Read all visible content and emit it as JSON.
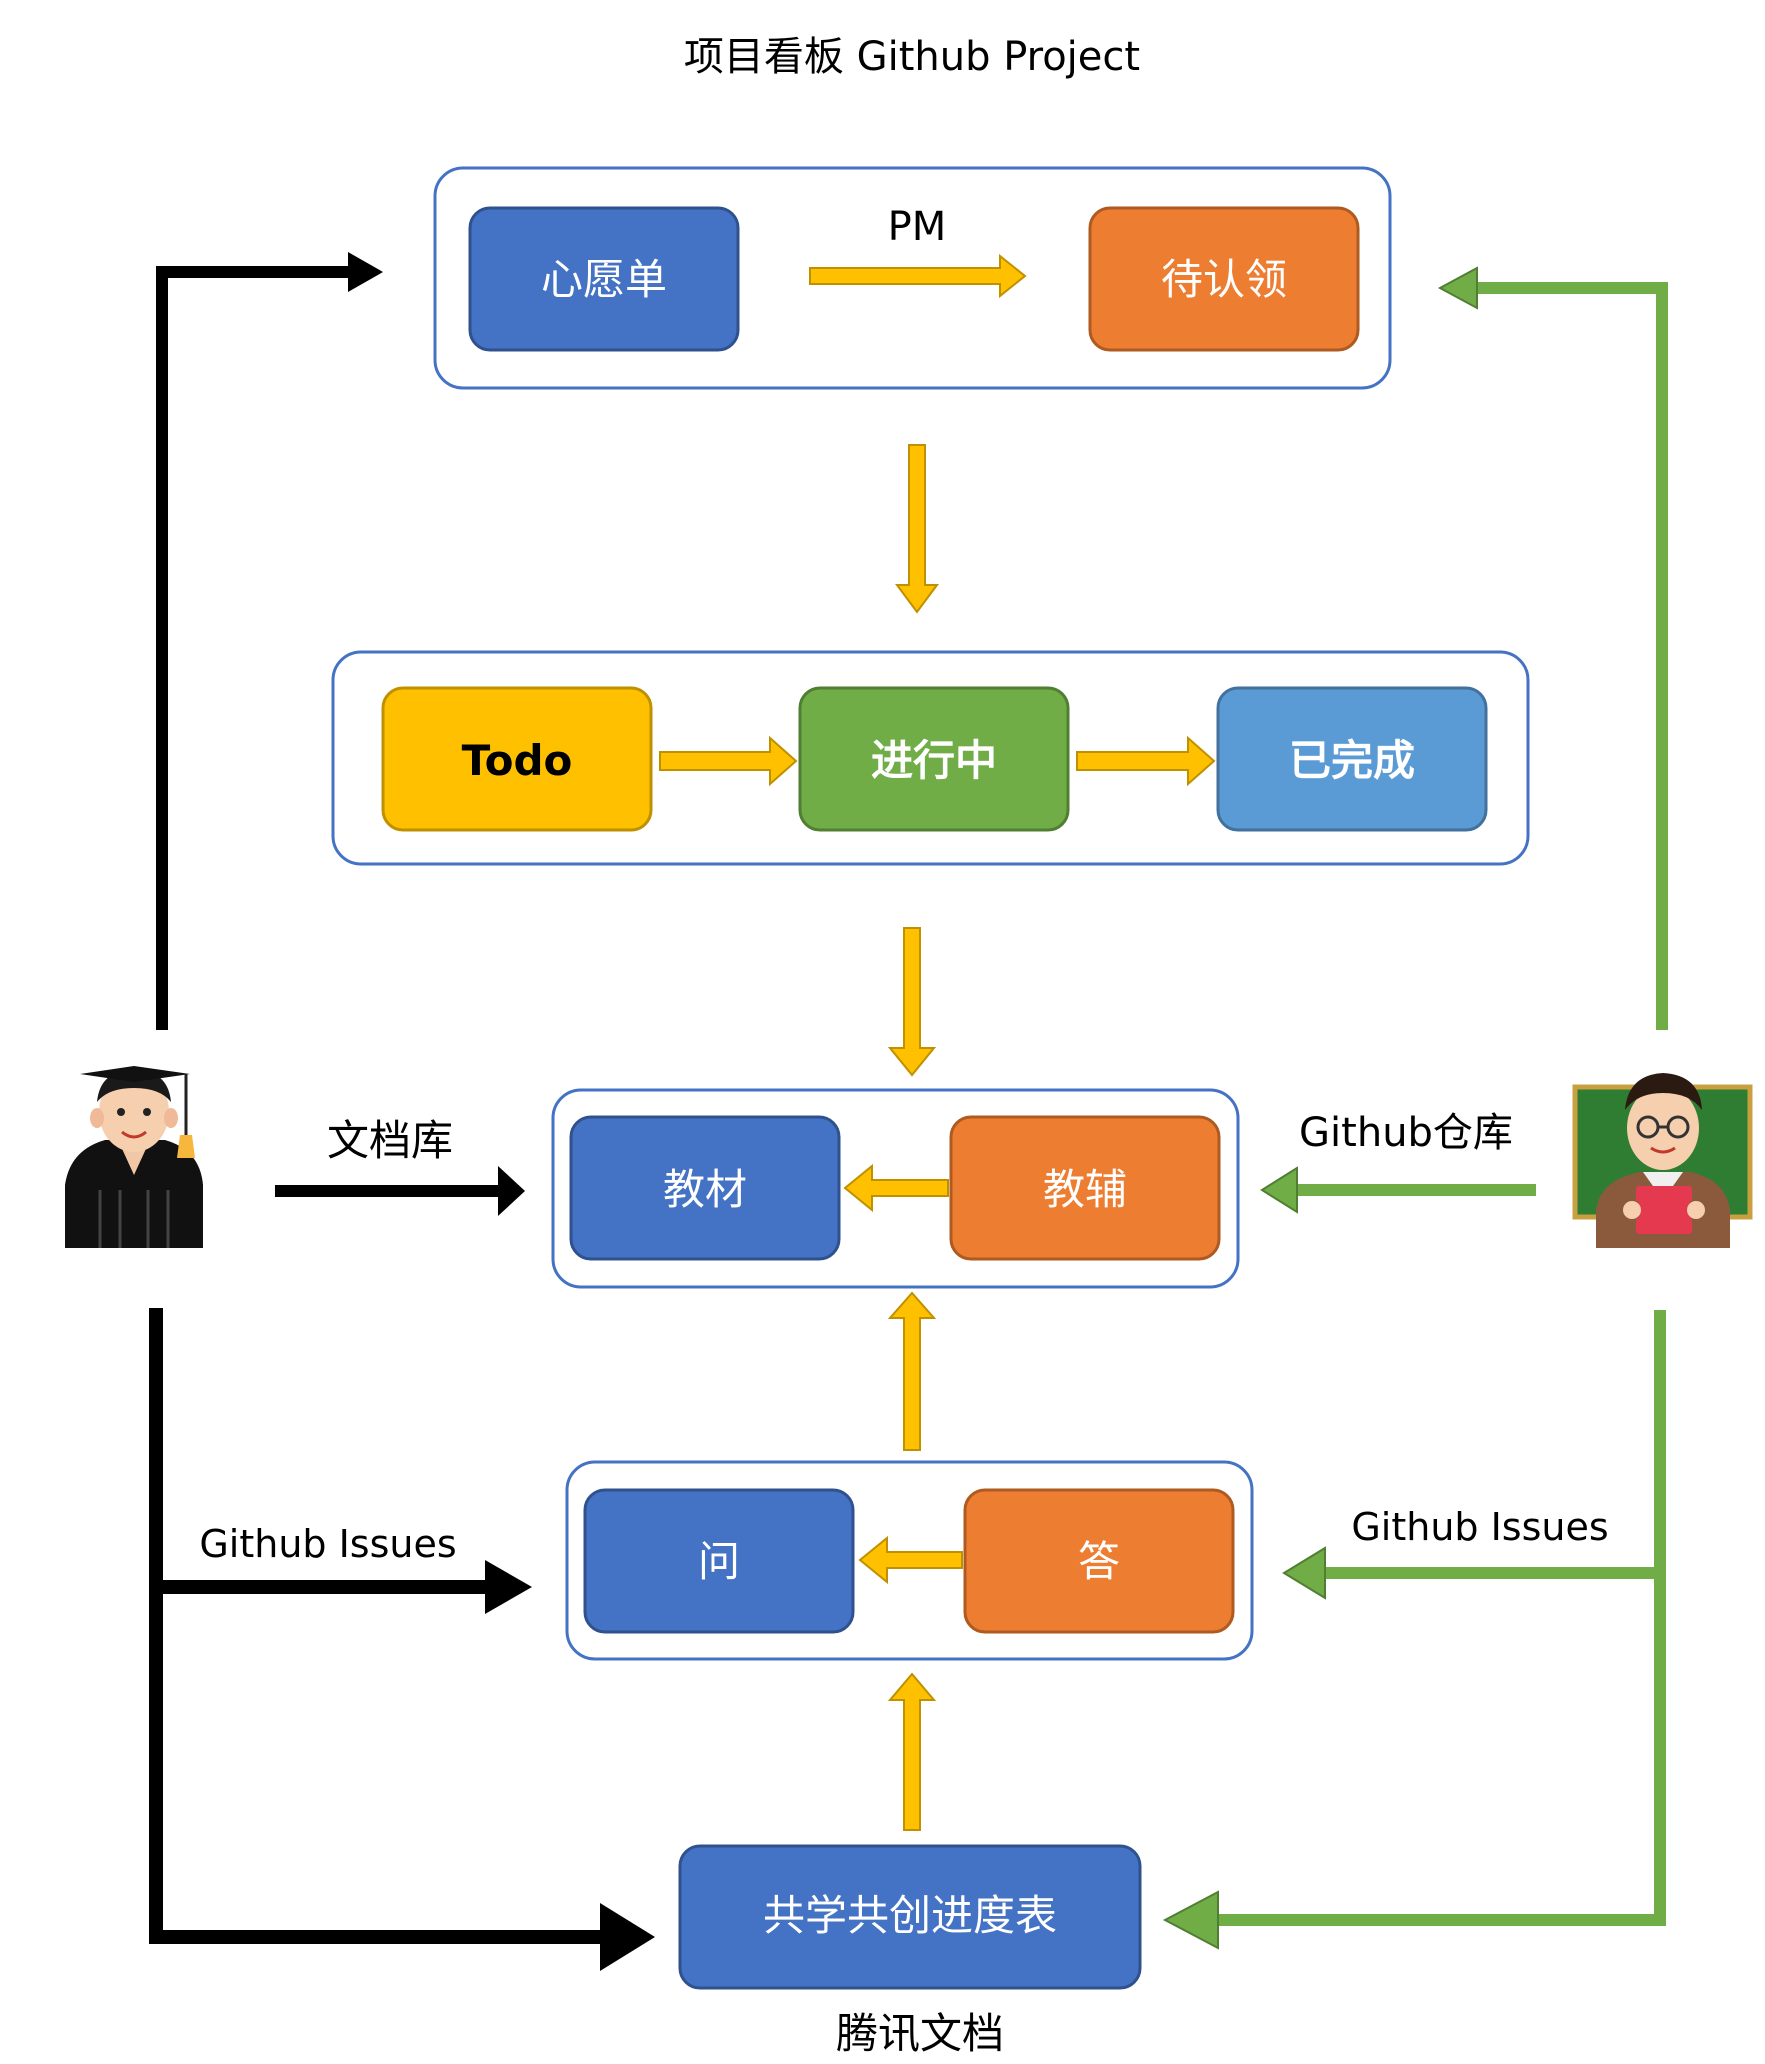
{
  "title": "项目看板 Github Project",
  "colors": {
    "blue": "#4472C4",
    "orange": "#ED7D31",
    "yellow": "#FFC000",
    "green": "#70AD47",
    "lightblue": "#5B9BD5",
    "group_border": "#4472C4",
    "arrow_yellow": "#FFC000",
    "arrow_green": "#70AD47",
    "arrow_black": "#000000"
  },
  "groups": {
    "wishlist": {
      "left": "心愿单",
      "arrow_label": "PM",
      "right": "待认领"
    },
    "kanban": {
      "todo": "Todo",
      "doing": "进行中",
      "done": "已完成"
    },
    "materials": {
      "left": "教材",
      "right": "教辅"
    },
    "qa": {
      "left": "问",
      "right": "答"
    }
  },
  "progress_box": "共学共创进度表",
  "labels": {
    "docs_repo": "文档库",
    "github_repo": "Github仓库",
    "issues_left": "Github Issues",
    "issues_right": "Github Issues",
    "tencent_docs": "腾讯文档"
  },
  "actors": {
    "left": "student-graduate-icon",
    "right": "teacher-icon"
  }
}
